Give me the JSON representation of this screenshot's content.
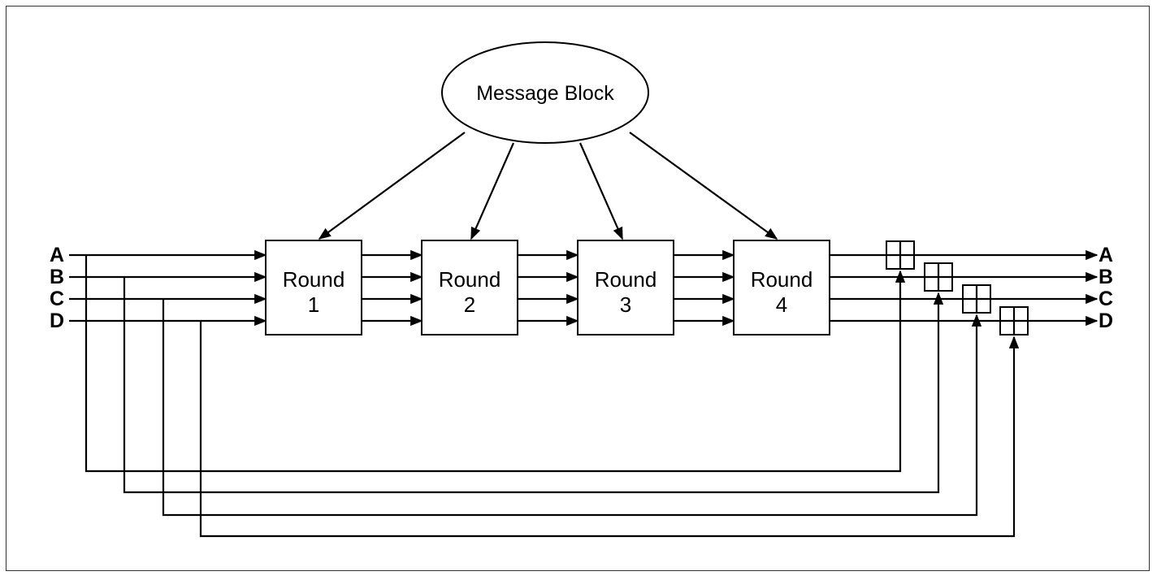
{
  "diagram": {
    "message_block": "Message Block",
    "inputs": [
      "A",
      "B",
      "C",
      "D"
    ],
    "outputs": [
      "A",
      "B",
      "C",
      "D"
    ],
    "rounds": [
      {
        "word": "Round",
        "number": "1"
      },
      {
        "word": "Round",
        "number": "2"
      },
      {
        "word": "Round",
        "number": "3"
      },
      {
        "word": "Round",
        "number": "4"
      }
    ]
  }
}
